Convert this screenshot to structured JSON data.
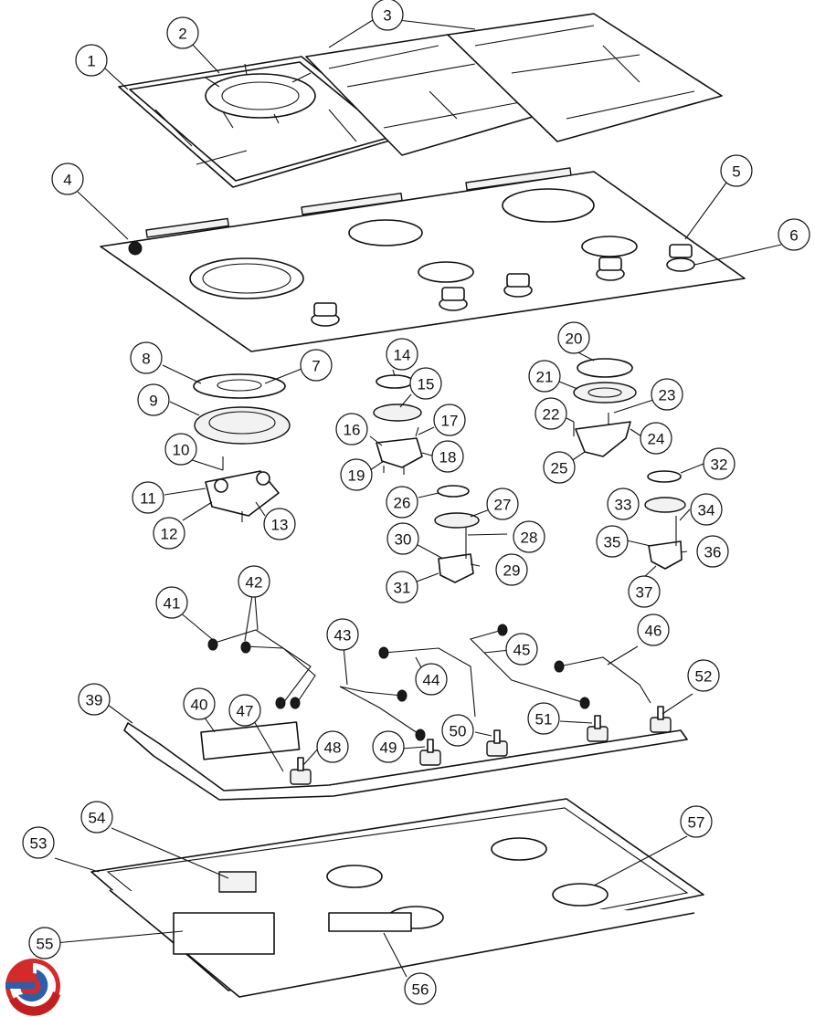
{
  "callouts": [
    "1",
    "2",
    "3",
    "4",
    "5",
    "6",
    "7",
    "8",
    "9",
    "10",
    "11",
    "12",
    "13",
    "14",
    "15",
    "16",
    "17",
    "18",
    "19",
    "20",
    "21",
    "22",
    "23",
    "24",
    "25",
    "26",
    "27",
    "28",
    "29",
    "30",
    "31",
    "32",
    "33",
    "34",
    "35",
    "36",
    "37",
    "39",
    "40",
    "41",
    "42",
    "43",
    "44",
    "45",
    "46",
    "47",
    "48",
    "49",
    "50",
    "51",
    "52",
    "53",
    "54",
    "55",
    "56",
    "57"
  ],
  "logo": {
    "name": "brand-logo-icon",
    "colors": [
      "#d42a2a",
      "#2b5fad"
    ]
  }
}
